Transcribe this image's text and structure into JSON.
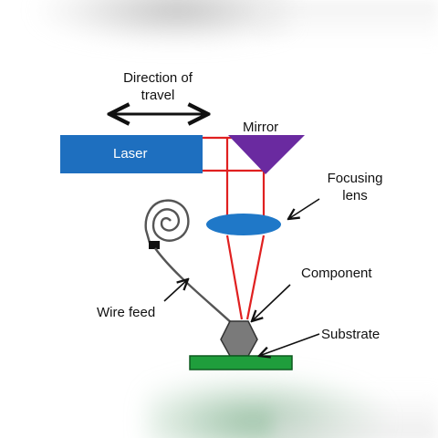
{
  "labels": {
    "direction_line1": "Direction of",
    "direction_line2": "travel",
    "mirror": "Mirror",
    "laser": "Laser",
    "focusing_line1": "Focusing",
    "focusing_line2": "lens",
    "component": "Component",
    "wire_feed": "Wire feed",
    "substrate": "Substrate"
  },
  "colors": {
    "laser_block": "#1e6fbf",
    "mirror": "#6a2aa0",
    "lens": "#1f78c8",
    "beam": "#e02020",
    "component": "#7a7a7a",
    "substrate": "#1f9e3c",
    "wire": "#555555",
    "arrow": "#111111"
  },
  "icons": [
    "double-arrow-icon",
    "spiral-wire-spool-icon",
    "pointer-arrow-icon"
  ]
}
